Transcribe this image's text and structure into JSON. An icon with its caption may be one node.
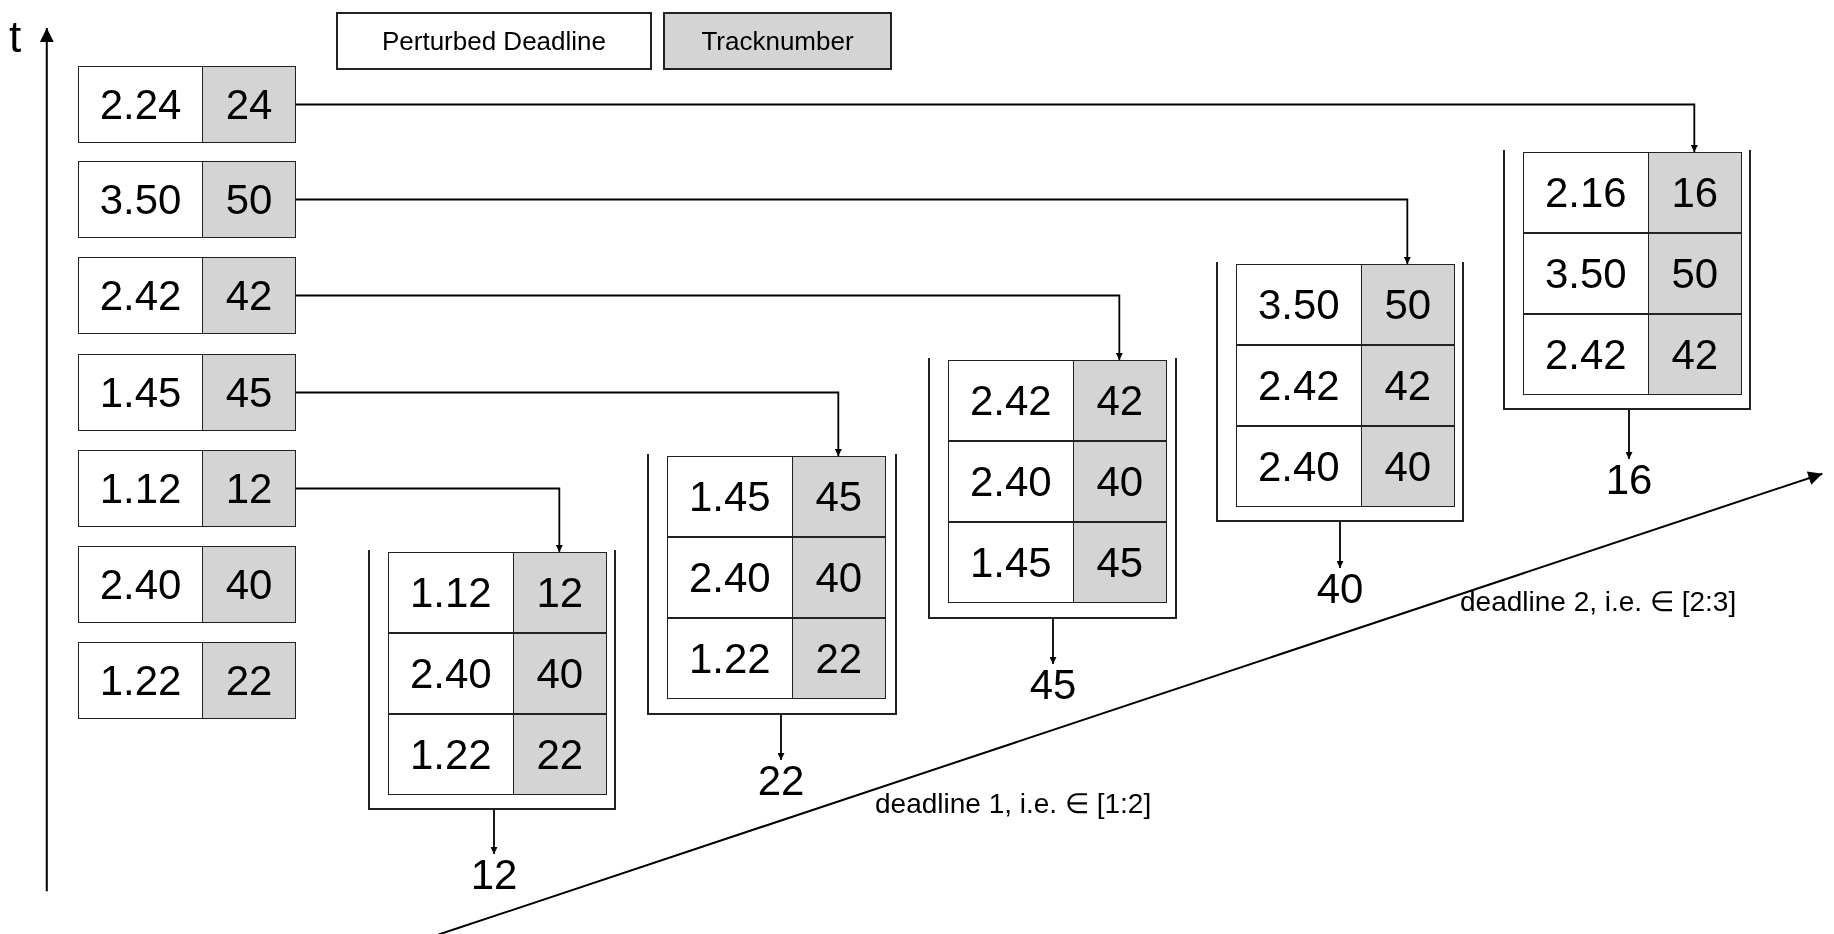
{
  "diagram": {
    "nodes": [
      {
        "text": [
          "2.24",
          "24"
        ]
      },
      {
        "text": [
          "3.50",
          "50"
        ]
      },
      {
        "text": [
          "2.42",
          "42"
        ]
      },
      {
        "text": [
          "1.45",
          "45"
        ]
      },
      {
        "text": [
          "1.12",
          "12"
        ]
      },
      {
        "text": [
          "2.40",
          "40"
        ]
      },
      {
        "text": [
          "1.22",
          "22"
        ]
      },
      {
        "text": [],
        "shape": "box"
      },
      {
        "text": [
          "1.12",
          "12"
        ],
        "in": 7
      },
      {
        "text": [
          "2.40",
          "40"
        ],
        "in": 7
      },
      {
        "text": [
          "1.22",
          "22"
        ],
        "in": 7
      },
      {
        "text": [
          "12"
        ]
      },
      {
        "text": [],
        "shape": "box"
      },
      {
        "text": [
          "1.45",
          "45"
        ],
        "in": 12
      },
      {
        "text": [
          "2.40",
          "40"
        ],
        "in": 12
      },
      {
        "text": [
          "1.22",
          "22"
        ],
        "in": 12
      },
      {
        "text": [
          "22"
        ]
      },
      {
        "text": [],
        "shape": "box"
      },
      {
        "text": [
          "2.42",
          "42"
        ],
        "in": 17
      },
      {
        "text": [
          "2.40",
          "40"
        ],
        "in": 17
      },
      {
        "text": [
          "1.45",
          "45"
        ],
        "in": 17
      },
      {
        "text": [
          "45"
        ]
      },
      {
        "text": [],
        "shape": "box"
      },
      {
        "text": [
          "3.50",
          "50"
        ],
        "in": 22
      },
      {
        "text": [
          "2.42",
          "42"
        ],
        "in": 22
      },
      {
        "text": [
          "2.40",
          "40"
        ],
        "in": 22
      },
      {
        "text": [
          "40"
        ]
      },
      {
        "text": [],
        "shape": "box"
      },
      {
        "text": [
          "2.16",
          "16"
        ],
        "in": 27
      },
      {
        "text": [
          "3.50",
          "50"
        ],
        "in": 27
      },
      {
        "text": [
          "2.42",
          "42"
        ],
        "in": 27
      },
      {
        "text": [
          "16"
        ]
      }
    ],
    "edges": [
      {
        "from": 4,
        "to": 8,
        "arrow": "to"
      },
      {
        "from": 7,
        "to": 11,
        "arrow": "to"
      },
      {
        "from": 3,
        "to": 13,
        "arrow": "to"
      },
      {
        "from": 12,
        "to": 16,
        "arrow": "to"
      },
      {
        "from": 2,
        "to": 18,
        "arrow": "to"
      },
      {
        "from": 17,
        "to": 21,
        "arrow": "to"
      },
      {
        "from": 1,
        "to": 23,
        "arrow": "to"
      },
      {
        "from": 22,
        "to": 26,
        "arrow": "to"
      },
      {
        "from": 0,
        "to": 28,
        "arrow": "to"
      },
      {
        "from": 27,
        "to": 31,
        "arrow": "to"
      }
    ],
    "labels": [
      "t",
      "deadline 2, i.e. ∈ [2:3]",
      "deadline 1, i.e. ∈ [1:2]"
    ],
    "legend": [
      {
        "text": "Perturbed Deadline",
        "color": "#ffffff"
      },
      {
        "text": "Tracknumber",
        "color": "#d4d4d4"
      }
    ]
  }
}
